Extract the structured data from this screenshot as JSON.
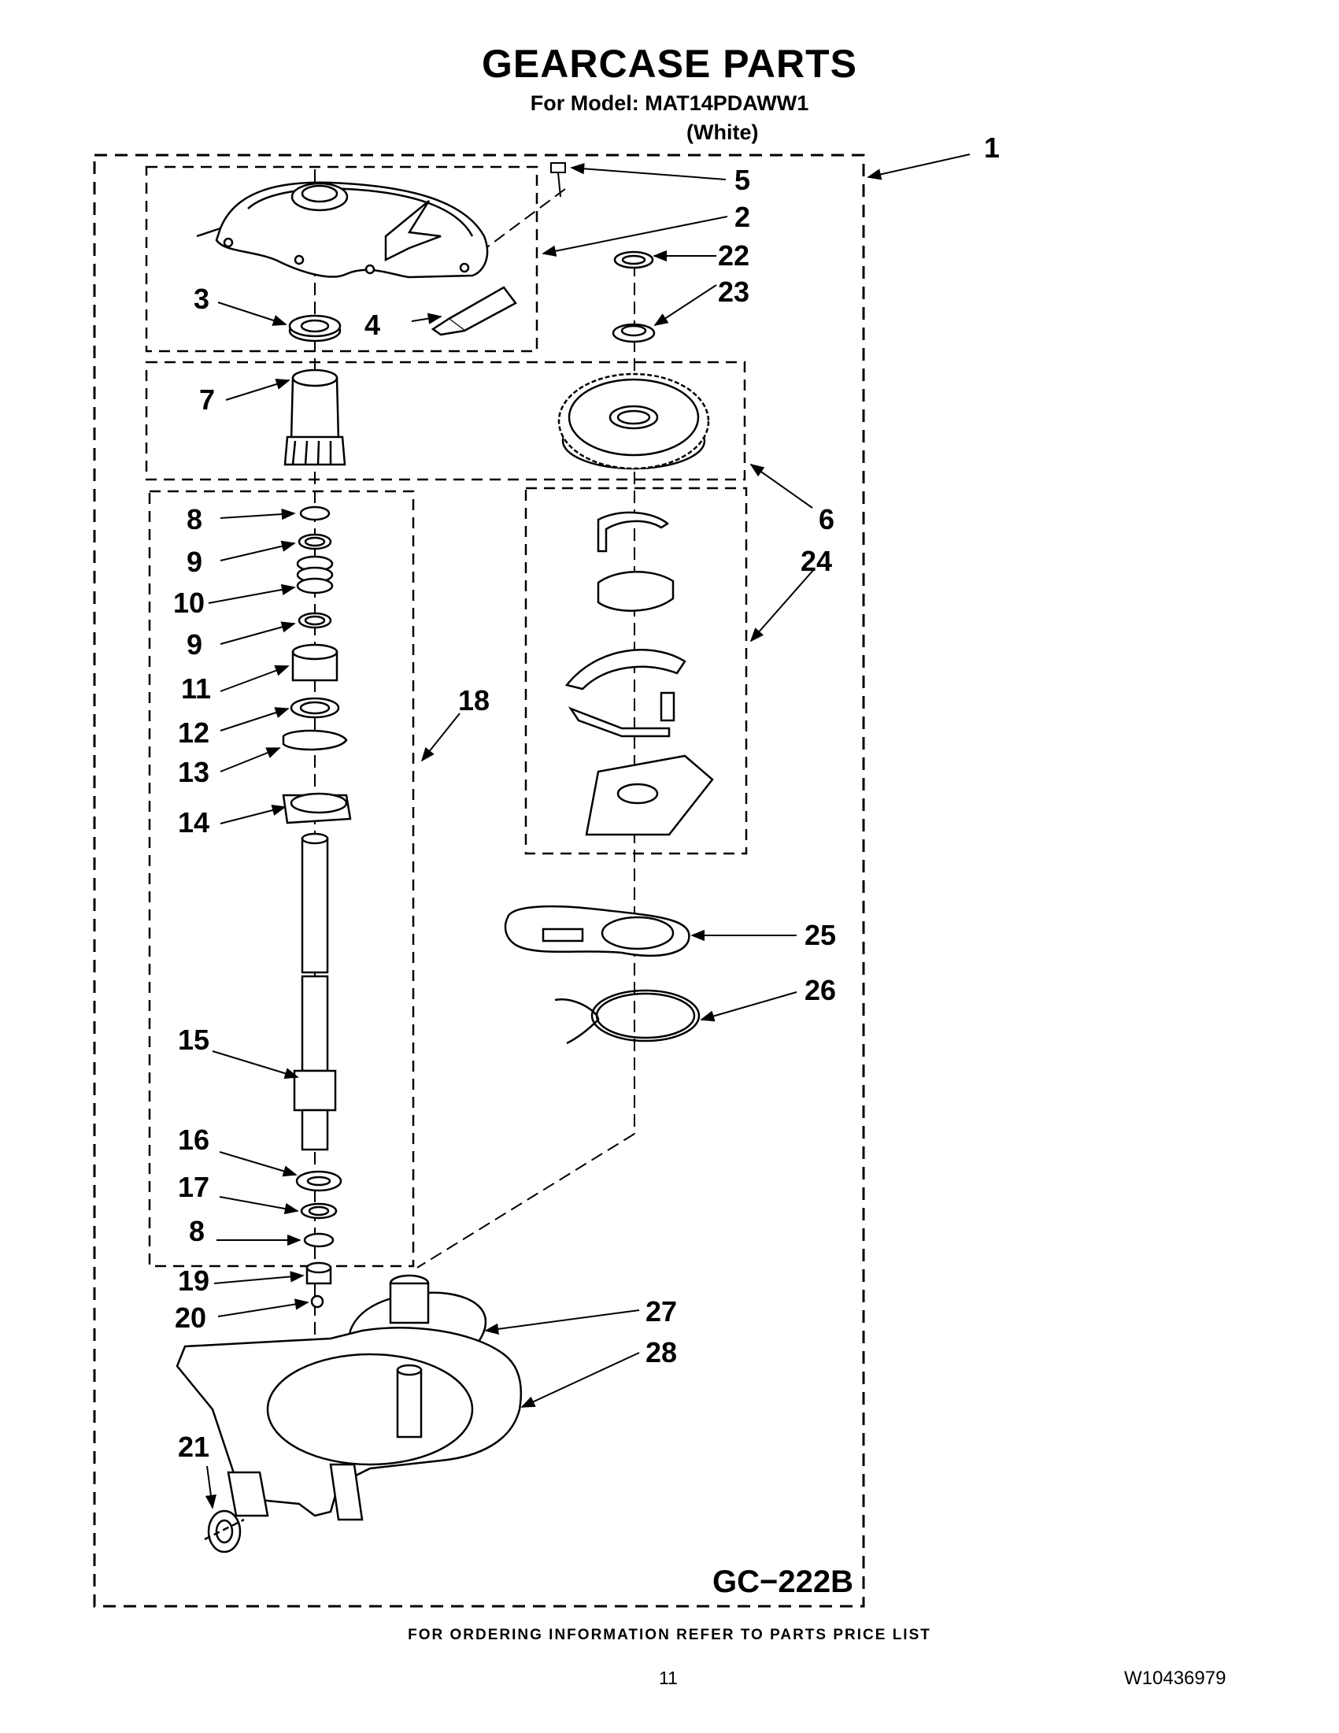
{
  "header": {
    "title": "GEARCASE PARTS",
    "model_line": "For Model: MAT14PDAWW1",
    "color": "(White)"
  },
  "figure_code": "GC−222B",
  "callouts": {
    "c1": "1",
    "c2": "2",
    "c3": "3",
    "c4": "4",
    "c5": "5",
    "c6": "6",
    "c7": "7",
    "c8a": "8",
    "c8b": "8",
    "c9a": "9",
    "c9b": "9",
    "c10": "10",
    "c11": "11",
    "c12": "12",
    "c13": "13",
    "c14": "14",
    "c15": "15",
    "c16": "16",
    "c17": "17",
    "c18": "18",
    "c19": "19",
    "c20": "20",
    "c21": "21",
    "c22": "22",
    "c23": "23",
    "c24": "24",
    "c25": "25",
    "c26": "26",
    "c27": "27",
    "c28": "28"
  },
  "footer": {
    "ordering_note": "FOR ORDERING INFORMATION REFER TO PARTS PRICE LIST",
    "page_number": "11",
    "document_number": "W10436979"
  }
}
